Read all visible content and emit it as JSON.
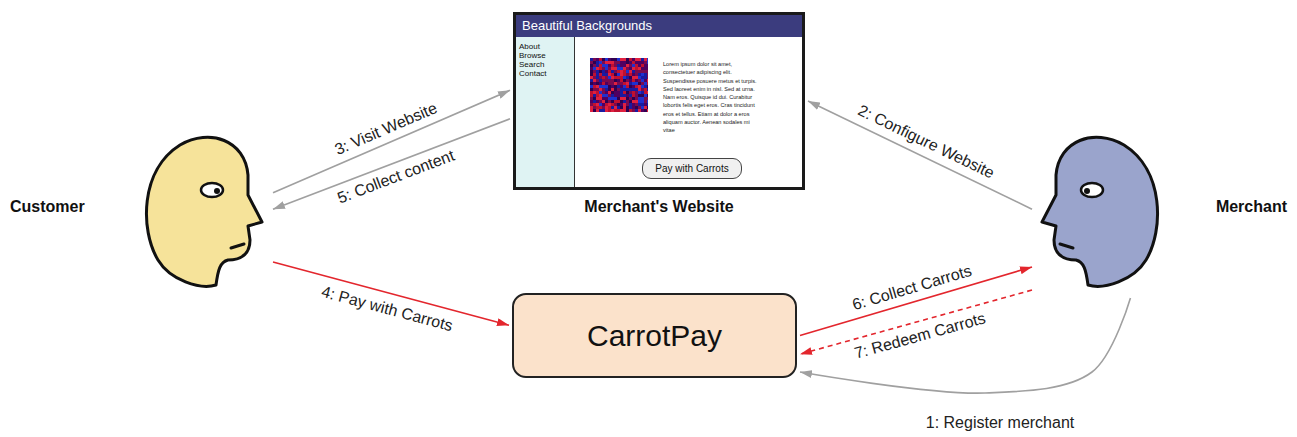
{
  "diagram": {
    "nodes": [
      {
        "text": [
          "Customer"
        ]
      },
      {
        "text": [
          "Merchant's Website",
          "Beautiful Backgrounds",
          "About",
          "Browse",
          "Search",
          "Contact",
          "Lorem ipsum dolor sit amet, consectetuer adipiscing elit. Suspendisse posuere metus et turpis. Sed laoreet enim in nisl. Sed at urna. Nam eros. Quisque id dui. Curabitur lobortis felis eget eros. Cras tincidunt eros et tellus. Etiam at dolor a eros aliquam auctor. Aenean sodales mi vitae"
        ]
      },
      {
        "text": [
          "Pay with Carrots"
        ],
        "in": 1
      },
      {
        "text": [
          "CarrotPay"
        ]
      },
      {
        "text": [
          "Merchant"
        ]
      }
    ],
    "edges": [
      {
        "from": 4,
        "to": 3,
        "label": "1: Register merchant",
        "arrow": "to"
      },
      {
        "from": 4,
        "to": 1,
        "label": "2: Configure Website",
        "arrow": "to"
      },
      {
        "from": 0,
        "to": 1,
        "label": "3: Visit Website",
        "arrow": "to"
      },
      {
        "from": 0,
        "to": 3,
        "label": "4: Pay with Carrots",
        "arrow": "to"
      },
      {
        "from": 1,
        "to": 0,
        "label": "5: Collect content",
        "arrow": "to"
      },
      {
        "from": 3,
        "to": 4,
        "label": "6: Collect Carrots",
        "arrow": "to"
      },
      {
        "from": 4,
        "to": 3,
        "label": "7: Redeem Carrots",
        "arrow": "to"
      }
    ]
  }
}
